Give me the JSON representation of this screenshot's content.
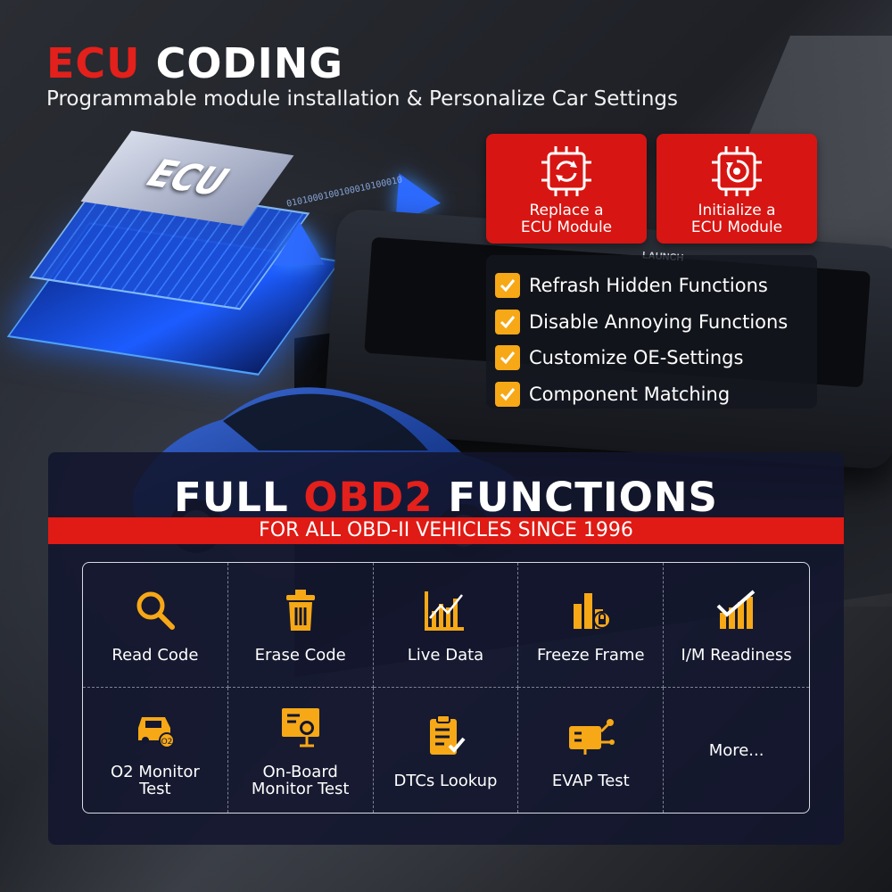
{
  "header": {
    "title_red": "ECU",
    "title_white": "CODING",
    "subtitle": "Programmable module installation & Personalize Car Settings"
  },
  "illustration": {
    "chip_label": "ECU",
    "device_brand": "LAUNCH",
    "binary_text": "0101000100100010100010"
  },
  "ecu_actions": [
    {
      "label": "Replace a\nECU Module",
      "icon": "replace-ecu-icon"
    },
    {
      "label": "Initialize a\nECU Module",
      "icon": "initialize-ecu-icon"
    }
  ],
  "features": [
    "Refrash Hidden Functions",
    "Disable Annoying Functions",
    "Customize OE-Settings",
    "Component Matching"
  ],
  "obd2": {
    "title_a": "FULL",
    "title_red": "OBD2",
    "title_b": "FUNCTIONS",
    "banner": "FOR ALL OBD-II VEHICLES SINCE 1996",
    "functions": [
      {
        "label": "Read Code",
        "icon": "magnifier-icon"
      },
      {
        "label": "Erase Code",
        "icon": "trash-icon"
      },
      {
        "label": "Live Data",
        "icon": "live-data-chart-icon"
      },
      {
        "label": "Freeze Frame",
        "icon": "freeze-frame-icon"
      },
      {
        "label": "I/M Readiness",
        "icon": "readiness-check-icon"
      },
      {
        "label": "O2 Monitor\nTest",
        "icon": "o2-monitor-car-icon"
      },
      {
        "label": "On-Board\nMonitor Test",
        "icon": "onboard-monitor-icon"
      },
      {
        "label": "DTCs Lookup",
        "icon": "clipboard-check-icon"
      },
      {
        "label": "EVAP Test",
        "icon": "evap-icon"
      },
      {
        "label": "More...",
        "icon": ""
      }
    ]
  },
  "colors": {
    "accent_red": "#e3201b",
    "icon_orange": "#f6a817",
    "panel_navy": "#121630"
  }
}
